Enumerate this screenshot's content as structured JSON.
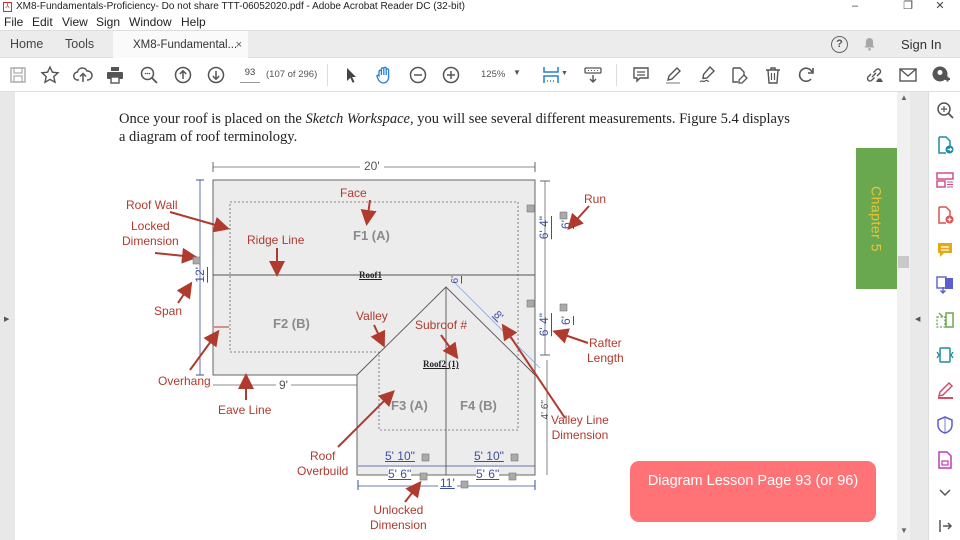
{
  "window": {
    "title": "XM8-Fundamentals-Proficiency- Do not share TTT-06052020.pdf - Adobe Acrobat Reader DC (32-bit)",
    "controls": {
      "minimize": "–",
      "restore": "❐",
      "close": "✕"
    }
  },
  "menu": [
    "File",
    "Edit",
    "View",
    "Sign",
    "Window",
    "Help"
  ],
  "tabs": {
    "home": "Home",
    "tools": "Tools",
    "document": "XM8-Fundamental...",
    "close": "×",
    "help": "?",
    "sign_in": "Sign In"
  },
  "toolbar": {
    "page_number": "93",
    "page_count": "(107 of 296)",
    "zoom": "125%",
    "icons": [
      "save-icon",
      "bookmark-star-icon",
      "upload-icon",
      "print-icon",
      "find-icon",
      "page-up-icon",
      "page-down-icon",
      "select-arrow-icon",
      "hand-tool-icon",
      "zoom-out-icon",
      "zoom-in-icon",
      "fit-page-icon",
      "scroll-mode-icon",
      "comment-icon",
      "highlight-icon",
      "sign-icon",
      "edit-pdf-icon",
      "delete-icon",
      "rotate-icon",
      "share-link-icon",
      "email-icon",
      "add-user-icon"
    ]
  },
  "document": {
    "paragraph_pre": "Once your roof is placed on the ",
    "paragraph_italic": "Sketch Workspace",
    "paragraph_post": ", you will see several different measurements. Figure 5.4 displays a diagram of roof terminology.",
    "chapter_tab": "Chapter 5",
    "callout": "Diagram Lesson Page 93 (or 96)"
  },
  "diagram": {
    "labels": {
      "face": "Face",
      "roof_wall": "Roof Wall",
      "locked_dimension": "Locked\nDimension",
      "ridge_line": "Ridge Line",
      "span": "Span",
      "overhang": "Overhang",
      "eave_line": "Eave Line",
      "valley": "Valley",
      "subroof": "Subroof #",
      "roof_overbuild": "Roof\nOverbuild",
      "unlocked_dimension": "Unlocked\nDimension",
      "run": "Run",
      "rafter_length": "Rafter\nLength",
      "valley_line_dimension": "Valley Line\nDimension"
    },
    "faces": {
      "f1": "F1  (A)",
      "f2": "F2  (B)",
      "f3": "F3 (A)",
      "f4": "F4 (B)"
    },
    "roof_names": {
      "roof1": "Roof1",
      "roof2": "Roof2  (1)"
    },
    "dimensions": {
      "top": "20'",
      "span": "12'",
      "eave": "9'",
      "run_top": "6'",
      "rafter_top": "6' 4\"",
      "run_bottom": "6'",
      "rafter_bottom": "6' 4\"",
      "overbuild_side": "4' 6\"",
      "valley_top": "6'",
      "valley_line": "8'",
      "bottom_left_rafter": "5' 10\"",
      "bottom_right_rafter": "5' 10\"",
      "bottom_left_run": "5' 6\"",
      "bottom_right_run": "5' 6\"",
      "bottom_total": "11'"
    }
  },
  "right_rail": {
    "icons": [
      "zoom-search-icon",
      "export-pdf-icon",
      "organize-pages-icon",
      "create-pdf-icon",
      "comment-tool-icon",
      "combine-files-icon",
      "compress-icon",
      "scan-icon",
      "fill-sign-icon",
      "protect-icon",
      "more-tools-icon",
      "collapse-panel-icon"
    ]
  },
  "colors": {
    "annotation_red": "#b03a2e",
    "dimension_blue": "#3c4fa0",
    "chapter_green": "#6aa84f",
    "chapter_text": "#f1c232",
    "callout_bg": "#ff7276"
  }
}
